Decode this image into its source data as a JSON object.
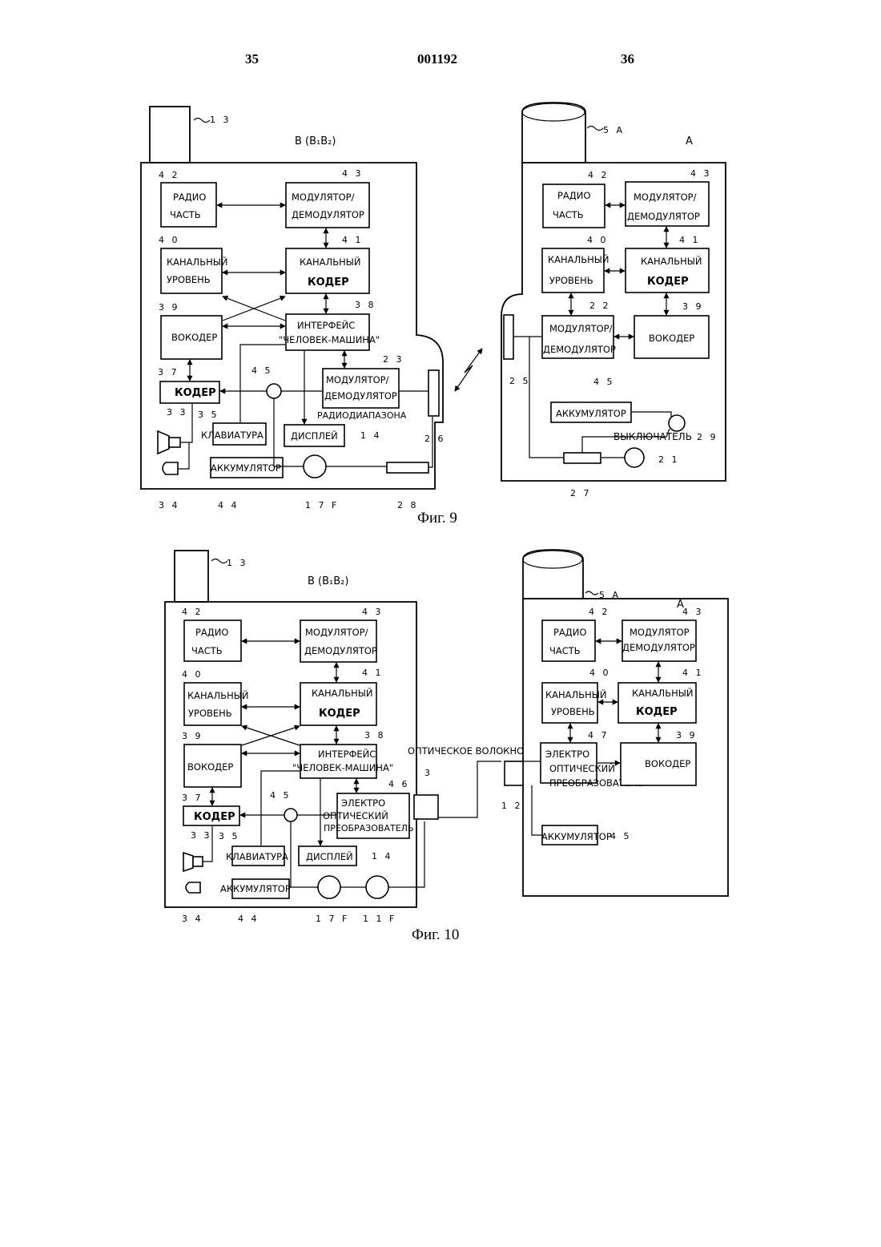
{
  "header": {
    "page_left": "35",
    "doc_number": "001192",
    "page_right": "36"
  },
  "fig9": {
    "caption": "Фиг. 9",
    "left": {
      "antenna_ref": "1 3",
      "device_label": "B (B₁B₂)",
      "radio": {
        "ref": "4 2",
        "line1": "РАДИО",
        "line2": "ЧАСТЬ"
      },
      "modem": {
        "ref": "4 3",
        "line1": "МОДУЛЯТОР/",
        "line2": "ДЕМОДУЛЯТОР"
      },
      "chlevel": {
        "ref": "4 0",
        "line1": "КАНАЛЬНЫЙ",
        "line2": "УРОВЕНЬ"
      },
      "chcoder": {
        "ref": "4 1",
        "line1": "КАНАЛЬНЫЙ",
        "line2": "КОДЕР"
      },
      "vocoder": {
        "ref": "3 9",
        "line1": "ВОКОДЕР"
      },
      "hmi": {
        "ref": "3 8",
        "line1": "ИНТЕРФЕЙС",
        "line2": "\"ЧЕЛОВЕК-МАШИНА\""
      },
      "coder": {
        "ref": "3 7",
        "line1": "КОДЕР"
      },
      "switch_ref": "4 5",
      "radio_modem": {
        "ref": "2 3",
        "line1": "МОДУЛЯТОР/",
        "line2": "ДЕМОДУЛЯТОР",
        "line3": "РАДИОДИАПАЗОНА"
      },
      "keyboard": {
        "ref": "3 5",
        "line1": "КЛАВИАТУРА"
      },
      "display": {
        "ref": "1 4",
        "line1": "ДИСПЛЕЙ"
      },
      "battery": {
        "line1": "АККУМУЛЯТОР"
      },
      "speaker_ref": "3 3",
      "mic_ref": "3 4",
      "battery_ref": "4 4",
      "coil_ref": "1 7 F",
      "contact_ref": "2 8",
      "ant26_ref": "2 6"
    },
    "right": {
      "antenna_ref": "5 A",
      "device_label": "A",
      "radio": {
        "ref": "4 2",
        "line1": "РАДИО",
        "line2": "ЧАСТЬ"
      },
      "modem": {
        "ref": "4 3",
        "line1": "МОДУЛЯТОР/",
        "line2": "ДЕМОДУЛЯТОР"
      },
      "chlevel": {
        "ref": "4 0",
        "line1": "КАНАЛЬНЫЙ",
        "line2": "УРОВЕНЬ"
      },
      "chcoder": {
        "ref": "4 1",
        "line1": "КАНАЛЬНЫЙ",
        "line2": "КОДЕР"
      },
      "modem2": {
        "ref": "2 2",
        "line1": "МОДУЛЯТОР/",
        "line2": "ДЕМОДУЛЯТОР"
      },
      "vocoder": {
        "ref": "3 9",
        "line1": "ВОКОДЕР"
      },
      "battery": {
        "ref": "4 5",
        "line1": "АККУМУЛЯТОР"
      },
      "switch_label": "ВЫКЛЮЧАТЕЛЬ",
      "switch_ref": "2 9",
      "coil_ref": "2 1",
      "contact_ref": "2 7",
      "ant25_ref": "2 5"
    }
  },
  "fig10": {
    "caption": "Фиг. 10",
    "fiber_label": "ОПТИЧЕСКОЕ ВОЛОКНО",
    "fiber_ref": "3",
    "left": {
      "antenna_ref": "1 3",
      "device_label": "B (B₁B₂)",
      "radio": {
        "ref": "4 2",
        "line1": "РАДИО",
        "line2": "ЧАСТЬ"
      },
      "modem": {
        "ref": "4 3",
        "line1": "МОДУЛЯТОР/",
        "line2": "ДЕМОДУЛЯТОР"
      },
      "chlevel": {
        "ref": "4 0",
        "line1": "КАНАЛЬНЫЙ",
        "line2": "УРОВЕНЬ"
      },
      "chcoder": {
        "ref": "4 1",
        "line1": "КАНАЛЬНЫЙ",
        "line2": "КОДЕР"
      },
      "vocoder": {
        "ref": "3 9",
        "line1": "ВОКОДЕР"
      },
      "hmi": {
        "ref": "3 8",
        "line1": "ИНТЕРФЕЙС",
        "line2": "\"ЧЕЛОВЕК-МАШИНА\""
      },
      "coder": {
        "ref": "3 7",
        "line1": "КОДЕР"
      },
      "switch_ref": "4 5",
      "eo": {
        "ref": "4 6",
        "line1": "ЭЛЕКТРО",
        "line2": "ОПТИЧЕСКИЙ",
        "line3": "ПРЕОБРАЗОВАТЕЛЬ"
      },
      "keyboard": {
        "ref": "3 5",
        "line1": "КЛАВИАТУРА"
      },
      "display": {
        "ref": "1 4",
        "line1": "ДИСПЛЕЙ"
      },
      "battery": {
        "line1": "АККУМУЛЯТОР"
      },
      "speaker_ref": "3 3",
      "mic_ref": "3 4",
      "battery_ref": "4 4",
      "coil17_ref": "1 7 F",
      "coil11_ref": "1 1 F"
    },
    "right": {
      "antenna_ref": "5 A",
      "device_label": "A",
      "radio": {
        "ref": "4 2",
        "line1": "РАДИО",
        "line2": "ЧАСТЬ"
      },
      "modem": {
        "ref": "4 3",
        "line1": "МОДУЛЯТОР",
        "line2": "ДЕМОДУЛЯТОР"
      },
      "chlevel": {
        "ref": "4 0",
        "line1": "КАНАЛЬНЫЙ",
        "line2": "УРОВЕНЬ"
      },
      "chcoder": {
        "ref": "4 1",
        "line1": "КАНАЛЬНЫЙ",
        "line2": "КОДЕР"
      },
      "eo": {
        "ref": "4 7",
        "line1": "ЭЛЕКТРО",
        "line2": "ОПТИЧЕСКИЙ",
        "line3": "ПРЕОБРАЗОВАТЕЛЬ"
      },
      "vocoder": {
        "ref": "3 9",
        "line1": "ВОКОДЕР"
      },
      "battery": {
        "ref": "4 5",
        "line1": "АККУМУЛЯТОР"
      },
      "port_ref": "1 2"
    }
  }
}
